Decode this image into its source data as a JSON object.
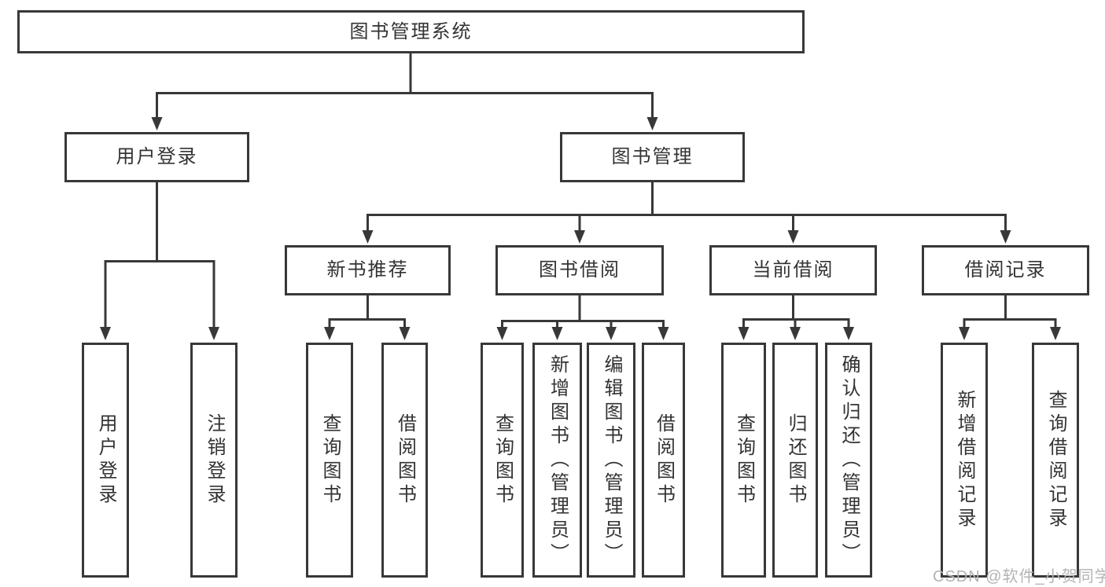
{
  "diagram": {
    "root": {
      "label": "图书管理系统"
    },
    "level2": [
      {
        "label": "用户登录"
      },
      {
        "label": "图书管理"
      }
    ],
    "level3": [
      {
        "label": "新书推荐"
      },
      {
        "label": "图书借阅"
      },
      {
        "label": "当前借阅"
      },
      {
        "label": "借阅记录"
      }
    ],
    "leaves": {
      "user_login": [
        "用户登录",
        "注销登录"
      ],
      "new_book_recommend": [
        "查询图书",
        "借阅图书"
      ],
      "book_borrow": [
        "查询图书",
        "新增图书（管理员）",
        "编辑图书（管理员）",
        "借阅图书"
      ],
      "current_borrow": [
        "查询图书",
        "归还图书",
        "确认归还（管理员）"
      ],
      "borrow_records": [
        "新增借阅记录",
        "查询借阅记录"
      ]
    },
    "colors": {
      "line": "#383838",
      "box_border": "#383838",
      "text": "#333333",
      "background": "#ffffff",
      "watermark": "#b3b3b3"
    }
  },
  "watermark": {
    "text": "CSDN @软件_小贺同学"
  }
}
